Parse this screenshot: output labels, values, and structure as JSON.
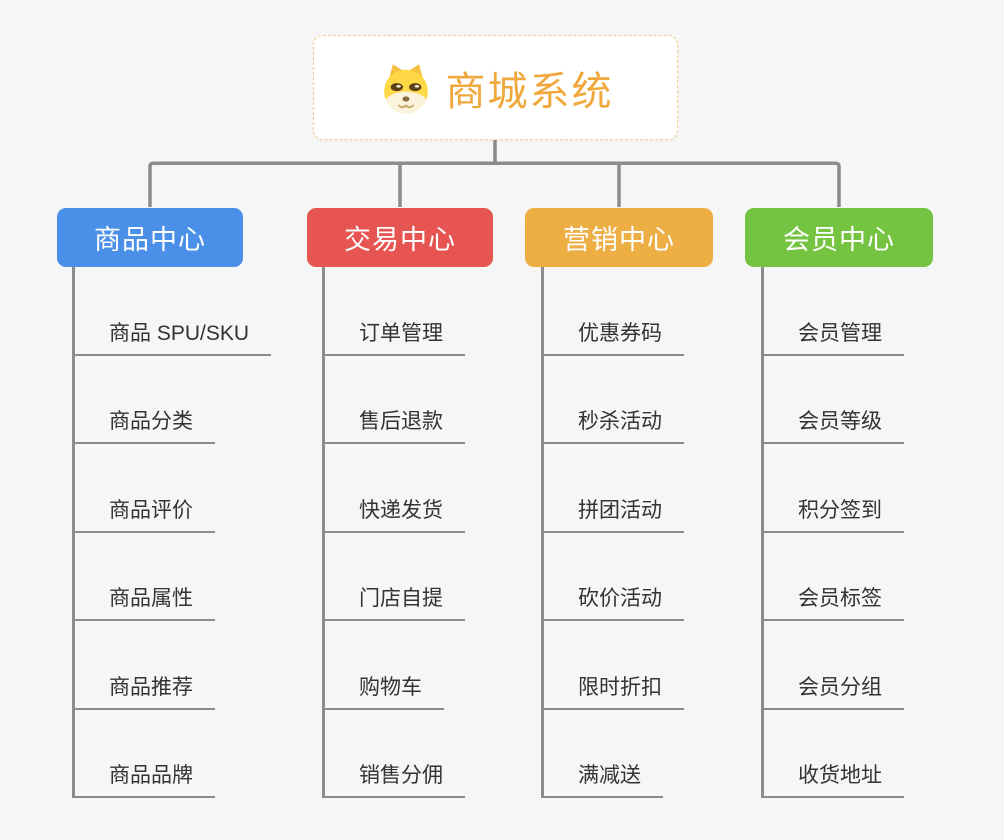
{
  "app": {
    "kind": "mind-map",
    "background": "#F6F6F7",
    "connector_color": "#8C8C8C"
  },
  "root": {
    "title": "商城系统",
    "icon": "shiba-dog-icon",
    "text_color": "#F0A83C",
    "border_color": "#F3CD8E"
  },
  "columns": [
    {
      "header": "商品中心",
      "color": "#4A8FE8",
      "items": [
        "商品 SPU/SKU",
        "商品分类",
        "商品评价",
        "商品属性",
        "商品推荐",
        "商品品牌"
      ]
    },
    {
      "header": "交易中心",
      "color": "#E65552",
      "items": [
        "订单管理",
        "售后退款",
        "快递发货",
        "门店自提",
        "购物车",
        "销售分佣"
      ]
    },
    {
      "header": "营销中心",
      "color": "#EDAF44",
      "items": [
        "优惠券码",
        "秒杀活动",
        "拼团活动",
        "砍价活动",
        "限时折扣",
        "满减送"
      ]
    },
    {
      "header": "会员中心",
      "color": "#74C341",
      "items": [
        "会员管理",
        "会员等级",
        "积分签到",
        "会员标签",
        "会员分组",
        "收货地址"
      ]
    }
  ]
}
